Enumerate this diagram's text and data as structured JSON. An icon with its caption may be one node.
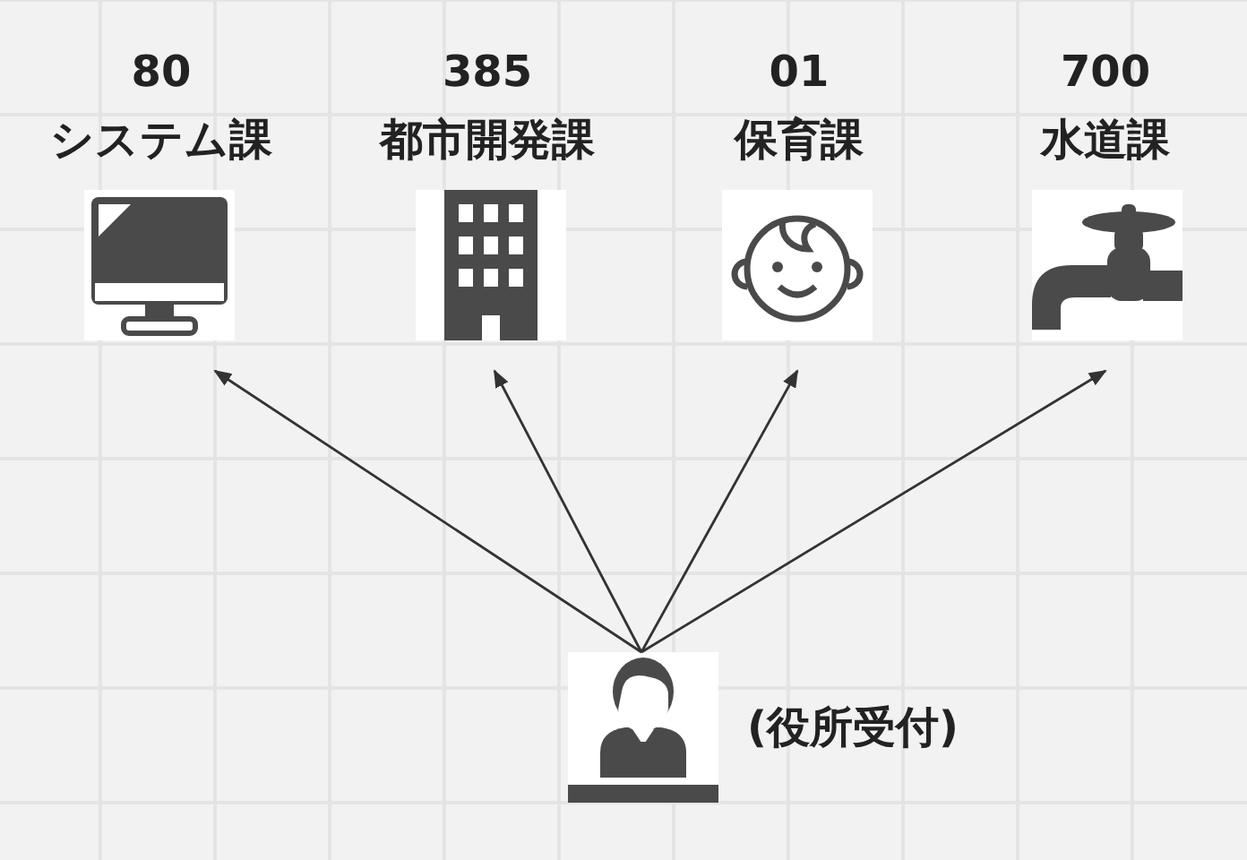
{
  "diagram": {
    "nodes": [
      {
        "text": [
          "80",
          "システム課"
        ]
      },
      {
        "text": [
          "385",
          "都市開発課"
        ]
      },
      {
        "text": [
          "01",
          "保育課"
        ]
      },
      {
        "text": [
          "700",
          "水道課"
        ]
      },
      {
        "text": [
          "(役所受付)"
        ]
      }
    ],
    "edges": [
      {
        "from": 4,
        "to": 0,
        "arrow": "to"
      },
      {
        "from": 4,
        "to": 1,
        "arrow": "to"
      },
      {
        "from": 4,
        "to": 2,
        "arrow": "to"
      },
      {
        "from": 4,
        "to": 3,
        "arrow": "to"
      }
    ]
  }
}
